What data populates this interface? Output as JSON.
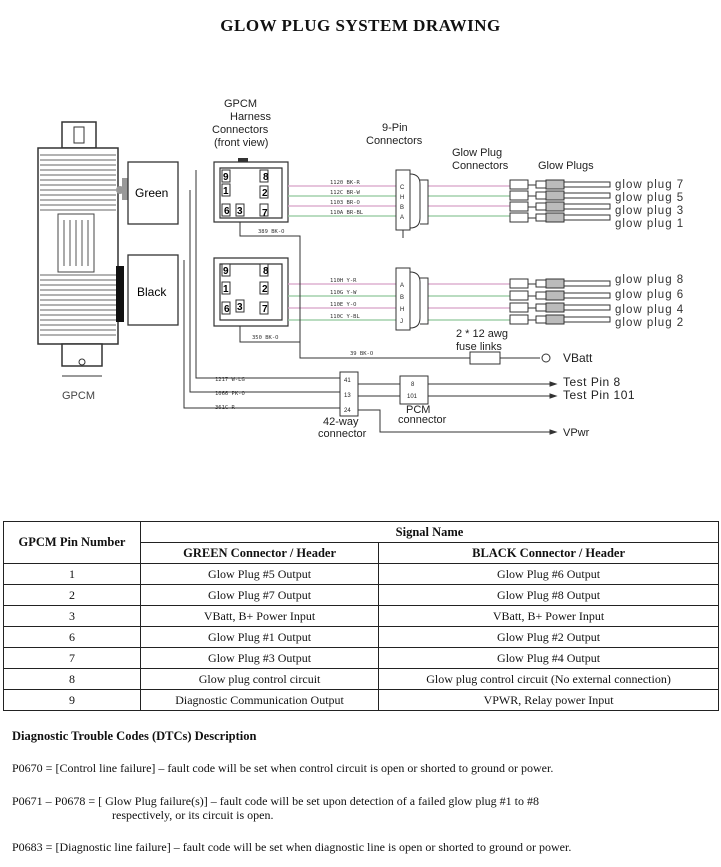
{
  "title": "GLOW PLUG SYSTEM DRAWING",
  "labels": {
    "gpcm_connectors": [
      "GPCM",
      "Harness",
      "Connectors",
      "(front view)"
    ],
    "nine_pin_connectors": [
      "9-Pin",
      "Connectors"
    ],
    "glow_plug_connectors": [
      "Glow Plug",
      "Connectors"
    ],
    "glow_plugs": "Glow Plugs",
    "green": "Green",
    "black": "Black",
    "gpcm": "GPCM",
    "fuse_links": [
      "2 * 12 awg",
      "fuse links"
    ],
    "vbatt": "VBatt",
    "test_pin_8": "Test Pin 8",
    "test_pin_101": "Test Pin 101",
    "pcm_connector": [
      "PCM",
      "connector"
    ],
    "way42_connector": [
      "42-way",
      "connector"
    ],
    "vpwr": "VPwr"
  },
  "green_pins": {
    "p9": "9",
    "p8": "8",
    "p1": "1",
    "p2": "2",
    "p6": "6",
    "p3": "3",
    "p7": "7"
  },
  "black_pins": {
    "p9": "9",
    "p8": "8",
    "p1": "1",
    "p2": "2",
    "p6": "6",
    "p3": "3",
    "p7": "7"
  },
  "green_wires": [
    "1120 BK-R",
    "112C BR-W",
    "1103 BR-O",
    "110A BR-BL"
  ],
  "black_wires": [
    "110H Y-R",
    "110G Y-W",
    "110E Y-O",
    "110C Y-BL"
  ],
  "green_nine_pin": [
    "C",
    "H",
    "B",
    "A"
  ],
  "black_nine_pin": [
    "A",
    "B",
    "H",
    "J"
  ],
  "misc_wires": {
    "green_vbatt": "389 BK-O",
    "black_vbatt": "350 BK-O",
    "vbatt_main": "39 BK-O",
    "w1": "1217 W-LG",
    "w2": "1066 PK-O",
    "w3": "361C R"
  },
  "way42_pins": [
    "41",
    "13",
    "24"
  ],
  "pcm_pins": [
    "8",
    "101"
  ],
  "plugs_green": [
    "glow plug 7",
    "glow plug 5",
    "glow plug 3",
    "glow plug 1"
  ],
  "plugs_black": [
    "glow plug 8",
    "glow plug 6",
    "glow plug 4",
    "glow plug 2"
  ],
  "table": {
    "col_pin": "GPCM Pin Number",
    "col_signal": "Signal Name",
    "col_green": "GREEN Connector / Header",
    "col_black": "BLACK Connector / Header",
    "rows": [
      {
        "pin": "1",
        "green": "Glow Plug #5 Output",
        "black": "Glow Plug #6 Output"
      },
      {
        "pin": "2",
        "green": "Glow Plug #7 Output",
        "black": "Glow Plug #8 Output"
      },
      {
        "pin": "3",
        "green": "VBatt, B+ Power Input",
        "black": "VBatt, B+ Power Input"
      },
      {
        "pin": "6",
        "green": "Glow Plug #1 Output",
        "black": "Glow Plug #2 Output"
      },
      {
        "pin": "7",
        "green": "Glow Plug #3 Output",
        "black": "Glow Plug #4 Output"
      },
      {
        "pin": "8",
        "green": "Glow plug control circuit",
        "black": "Glow plug control circuit (No external connection)"
      },
      {
        "pin": "9",
        "green": "Diagnostic Communication Output",
        "black": "VPWR, Relay power Input"
      }
    ]
  },
  "dtc": {
    "title": "Diagnostic Trouble Codes (DTCs) Description",
    "p0670": "P0670 = [Control line failure] – fault code will be set when control circuit is open or shorted to ground or power.",
    "p0671_line1": "P0671 – P0678 = [ Glow Plug failure(s)] – fault code will be set upon detection of a failed glow plug #1 to #8",
    "p0671_line2": "respectively,  or its circuit is open.",
    "p0683": "P0683 = [Diagnostic line failure] – fault code will be set when diagnostic line is open or shorted to ground or power."
  },
  "colors": {
    "wire_pink": "#d6a0c8",
    "wire_green": "#8fc79a",
    "wire_dark": "#333333"
  }
}
